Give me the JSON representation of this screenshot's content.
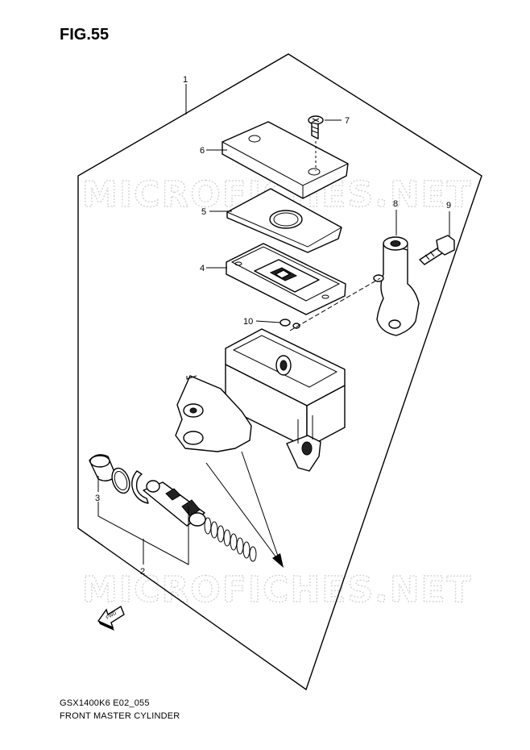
{
  "figure_title": "FIG.55",
  "caption_model": "GSX1400K6 E02_055",
  "caption_name": "FRONT MASTER CYLINDER",
  "watermark": "MICROFICHES.NET",
  "forward_arrow_label": "FWD",
  "callouts": [
    "1",
    "2",
    "3",
    "4",
    "5",
    "6",
    "7",
    "8",
    "9",
    "10"
  ]
}
